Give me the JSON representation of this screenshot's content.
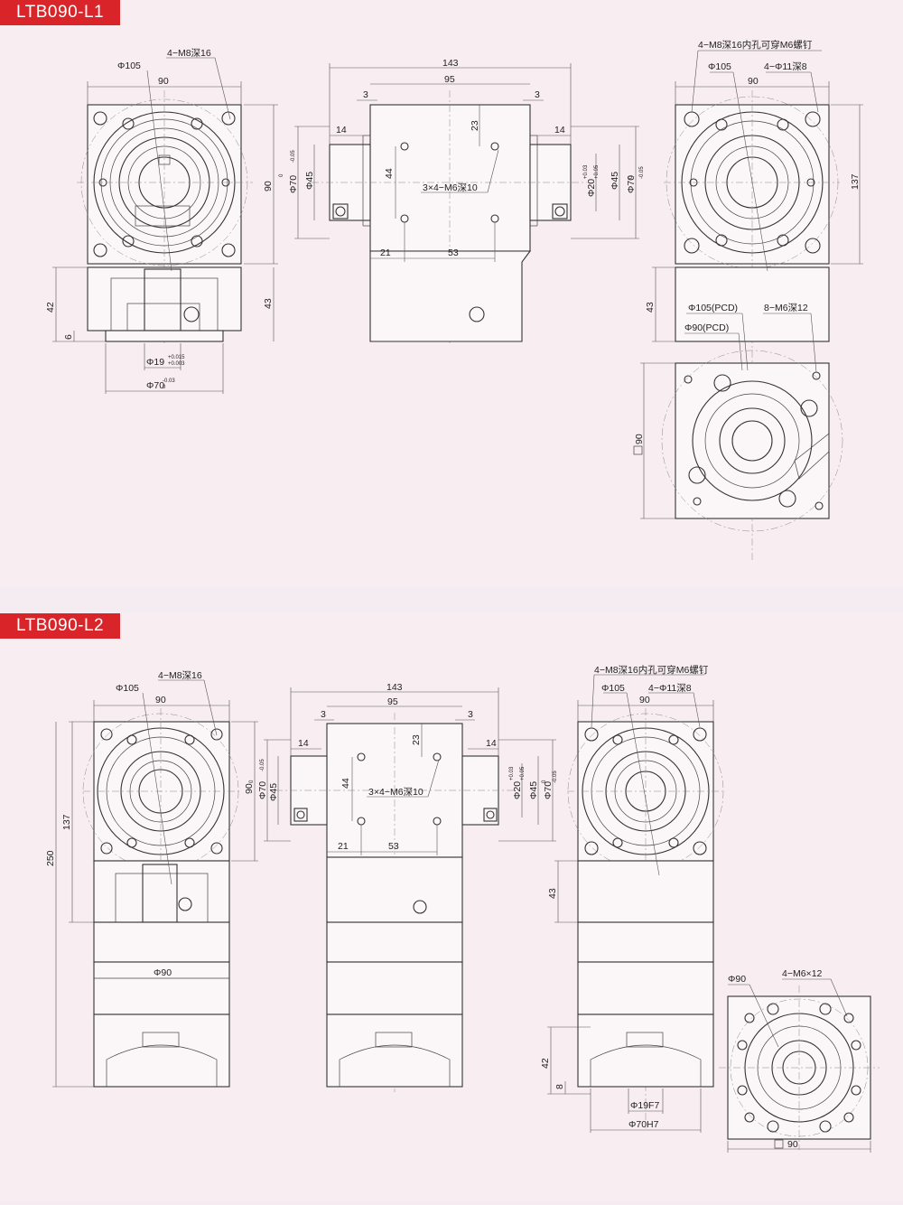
{
  "sections": [
    {
      "id": "L1",
      "title": "LTB090-L1",
      "front": {
        "pcd": "Φ105",
        "width": "90",
        "holes": "4−M8深16",
        "height": "90",
        "h42": "42",
        "h43": "43",
        "h6": "6",
        "shaft": "Φ19",
        "shaft_tol_up": "+0.015",
        "shaft_tol_dn": "+0.003",
        "spigot": "Φ70",
        "spigot_tol_up": "-0.03",
        "spigot_tol_dn": "0"
      },
      "side": {
        "len143": "143",
        "len95": "95",
        "len3a": "3",
        "len3b": "3",
        "len14a": "14",
        "len14b": "14",
        "d23": "23",
        "d44": "44",
        "holes": "3×4−M6深10",
        "d21": "21",
        "d53": "53",
        "phi70a": "Φ70",
        "phi70a_tol_up": "0",
        "phi70a_tol_dn": "-0.05",
        "phi45a": "Φ45",
        "phi45b": "Φ45",
        "phi20": "Φ20",
        "phi20_tol_up": "+0.03",
        "phi20_tol_dn": "+0.05",
        "phi70b": "Φ70",
        "phi70b_tol_up": "0",
        "phi70b_tol_dn": "-0.05"
      },
      "back": {
        "holes_note": "4−M8深16内孔可穿M6螺钉",
        "pcd": "Φ105",
        "thru": "4−Φ11深8",
        "width": "90",
        "height": "137",
        "h43": "43",
        "pcd105": "Φ105(PCD)",
        "m6": "8−M6深12",
        "pcd90": "Φ90(PCD)",
        "sq90": "90"
      }
    },
    {
      "id": "L2",
      "title": "LTB090-L2",
      "front": {
        "pcd": "Φ105",
        "width": "90",
        "holes": "4−M8深16",
        "height": "90",
        "h137": "137",
        "h250": "250",
        "phi90": "Φ90"
      },
      "side": {
        "len143": "143",
        "len95": "95",
        "len3a": "3",
        "len3b": "3",
        "len14a": "14",
        "len14b": "14",
        "d23": "23",
        "d44": "44",
        "holes": "3×4−M6深10",
        "d21": "21",
        "d53": "53",
        "phi70a": "Φ70",
        "phi70a_tol_up": "0",
        "phi70a_tol_dn": "-0.05",
        "phi45a": "Φ45",
        "phi45b": "Φ45",
        "phi20": "Φ20",
        "phi20_tol_up": "+0.03",
        "phi20_tol_dn": "+0.05",
        "phi70b": "Φ70",
        "phi70b_tol_up": "0",
        "phi70b_tol_dn": "-0.05"
      },
      "back": {
        "holes_note": "4−M8深16内孔可穿M6螺钉",
        "pcd": "Φ105",
        "thru": "4−Φ11深8",
        "width": "90",
        "h43": "43",
        "h42": "42",
        "h8": "8",
        "shaft": "Φ19F7",
        "spigot": "Φ70H7"
      },
      "end": {
        "phi90": "Φ90",
        "holes": "4−M6×12",
        "sq90": "90"
      }
    }
  ]
}
